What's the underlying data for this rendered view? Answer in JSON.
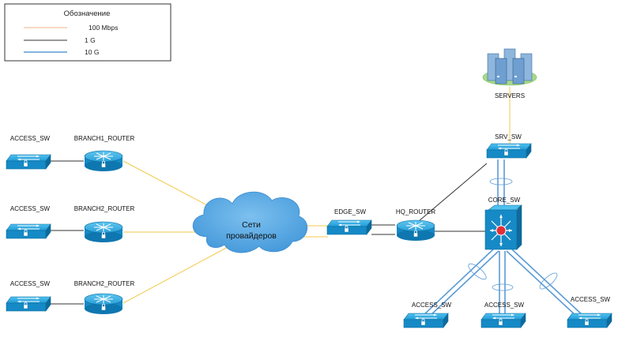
{
  "legend": {
    "title": "Обозначение",
    "items": [
      {
        "label": "100 Mbps",
        "color": "#f5c19c"
      },
      {
        "label": "1 G",
        "color": "#333333"
      },
      {
        "label": "10 G",
        "color": "#5b9bd5"
      }
    ]
  },
  "colors": {
    "device_blue": "#1f9ad6",
    "device_dark": "#0f6fa3",
    "yellow_link": "#f2c94c",
    "black_link": "#333333",
    "blue_link": "#5b9bd5",
    "cloud": "#5aa9e6",
    "server_ring": "#a8d88a",
    "core_center": "#e0303a"
  },
  "nodes": {
    "access1": {
      "label": "ACCESS_SW",
      "icon": "switch-icon"
    },
    "branch1": {
      "label": "BRANCH1_ROUTER",
      "icon": "router-icon"
    },
    "access2": {
      "label": "ACCESS_SW",
      "icon": "switch-icon"
    },
    "branch2": {
      "label": "BRANCH2_ROUTER",
      "icon": "router-icon"
    },
    "access3": {
      "label": "ACCESS_SW",
      "icon": "switch-icon"
    },
    "branch3": {
      "label": "BRANCH2_ROUTER",
      "icon": "router-icon"
    },
    "cloud": {
      "label_line1": "Сети",
      "label_line2": "провайдеров",
      "icon": "cloud-icon"
    },
    "edge": {
      "label": "EDGE_SW",
      "icon": "switch-icon"
    },
    "hq": {
      "label": "HQ_ROUTER",
      "icon": "router-icon"
    },
    "srv": {
      "label": "SRV_SW",
      "icon": "switch-icon"
    },
    "servers": {
      "label": "SERVERS",
      "icon": "server-cluster-icon"
    },
    "core": {
      "label": "CORE_SW",
      "icon": "core-switch-icon"
    },
    "acc_a": {
      "label": "ACCESS_SW",
      "icon": "switch-icon"
    },
    "acc_b": {
      "label": "ACCESS_SW",
      "icon": "switch-icon"
    },
    "acc_c": {
      "label": "ACCESS_SW",
      "icon": "switch-icon"
    }
  }
}
